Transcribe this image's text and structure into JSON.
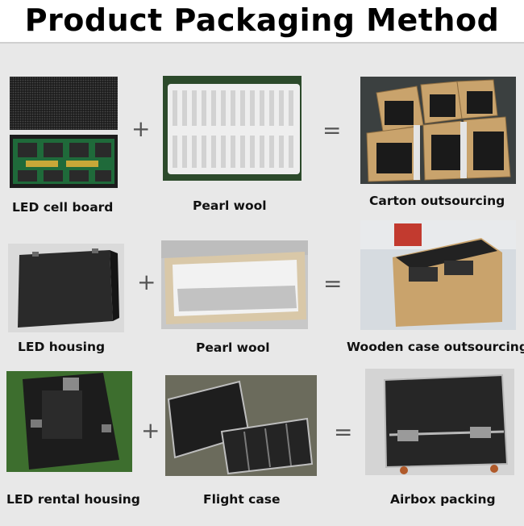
{
  "title": "Product Packaging Method",
  "rows": [
    {
      "left_label": "LED cell board",
      "middle_label": "Pearl wool",
      "right_label": "Carton outsourcing",
      "plus": "+",
      "equals": "="
    },
    {
      "left_label": "LED housing",
      "middle_label": "Pearl wool",
      "right_label": "Wooden case outsourcing",
      "plus": "+",
      "equals": "="
    },
    {
      "left_label": "LED rental housing",
      "middle_label": "Flight case",
      "right_label": "Airbox packing",
      "plus": "+",
      "equals": "="
    }
  ]
}
